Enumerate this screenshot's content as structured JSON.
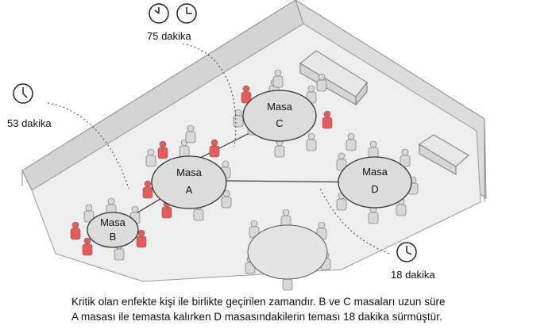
{
  "tables": [
    {
      "id": "A",
      "line1": "Masa",
      "line2": "A"
    },
    {
      "id": "B",
      "line1": "Masa",
      "line2": "B"
    },
    {
      "id": "C",
      "line1": "Masa",
      "line2": "C"
    },
    {
      "id": "D",
      "line1": "Masa",
      "line2": "D"
    }
  ],
  "durations": {
    "top": "75 dakika",
    "left": "53 dakika",
    "bottom_right": "18 dakika"
  },
  "caption": {
    "line1": "Kritik olan enfekte kişi ile birlikte geçirilen zamandır. B ve C masaları uzun süre",
    "line2": "A masası ile temasta kalırken D masasındakilerin teması 18 dakika sürmüştür."
  },
  "colors": {
    "infected_person": "#e85a5a",
    "healthy_person": "#d8d8d8",
    "table_fill": "#dcdcdc",
    "wall": "#cfcfcf",
    "floor": "#eeeeee"
  },
  "icons": [
    "clock-icon",
    "person-icon",
    "air-conditioner-icon"
  ]
}
